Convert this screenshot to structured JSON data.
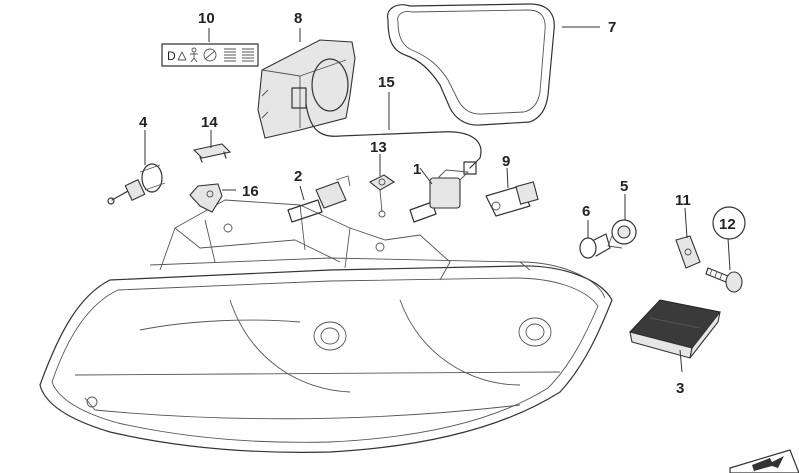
{
  "callouts": {
    "c1": "1",
    "c2": "2",
    "c3": "3",
    "c4": "4",
    "c5": "5",
    "c6": "6",
    "c7": "7",
    "c8": "8",
    "c9": "9",
    "c10": "10",
    "c11": "11",
    "c12": "12",
    "c13": "13",
    "c14": "14",
    "c15": "15",
    "c16": "16"
  },
  "warning_label": {
    "symbol_text": "D"
  },
  "icons": {
    "warning_label": "warning-symbols-icon",
    "corner_logo": "diagram-corner-logo-icon"
  }
}
